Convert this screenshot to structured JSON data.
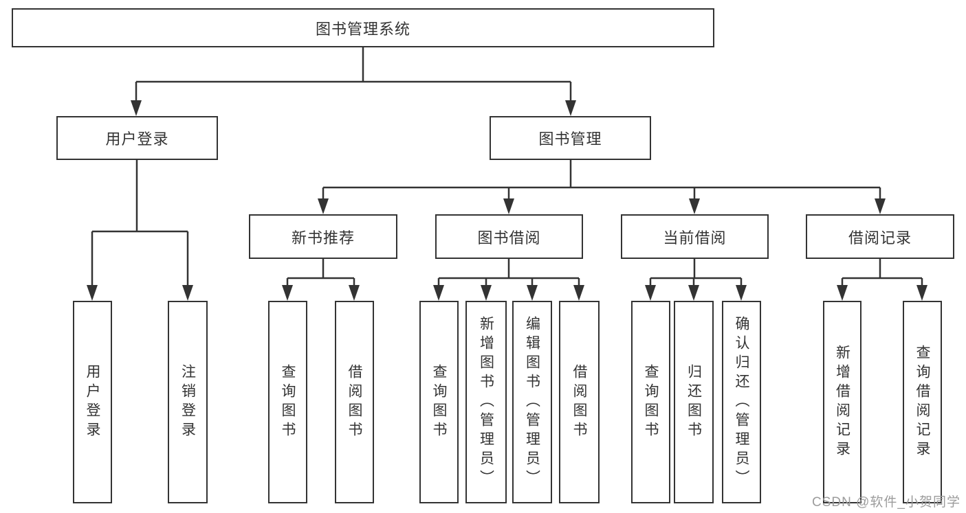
{
  "diagram": {
    "title": "图书管理系统",
    "root": {
      "label": "图书管理系统"
    },
    "branches": [
      {
        "label": "用户登录",
        "children": [
          {
            "label": "用户登录"
          },
          {
            "label": "注销登录"
          }
        ]
      },
      {
        "label": "图书管理",
        "children": [
          {
            "label": "新书推荐",
            "children": [
              {
                "label": "查询图书"
              },
              {
                "label": "借阅图书"
              }
            ]
          },
          {
            "label": "图书借阅",
            "children": [
              {
                "label": "查询图书"
              },
              {
                "label": "新增图书（管理员）"
              },
              {
                "label": "编辑图书（管理员）"
              },
              {
                "label": "借阅图书"
              }
            ]
          },
          {
            "label": "当前借阅",
            "children": [
              {
                "label": "查询图书"
              },
              {
                "label": "归还图书"
              },
              {
                "label": "确认归还（管理员）"
              }
            ]
          },
          {
            "label": "借阅记录",
            "children": [
              {
                "label": "新增借阅记录"
              },
              {
                "label": "查询借阅记录"
              }
            ]
          }
        ]
      }
    ]
  },
  "watermark": {
    "text": "CSDN @软件_小贺同学"
  },
  "colors": {
    "line": "#333333",
    "text": "#333333",
    "background": "#ffffff",
    "watermark": "#9c9c9c"
  }
}
